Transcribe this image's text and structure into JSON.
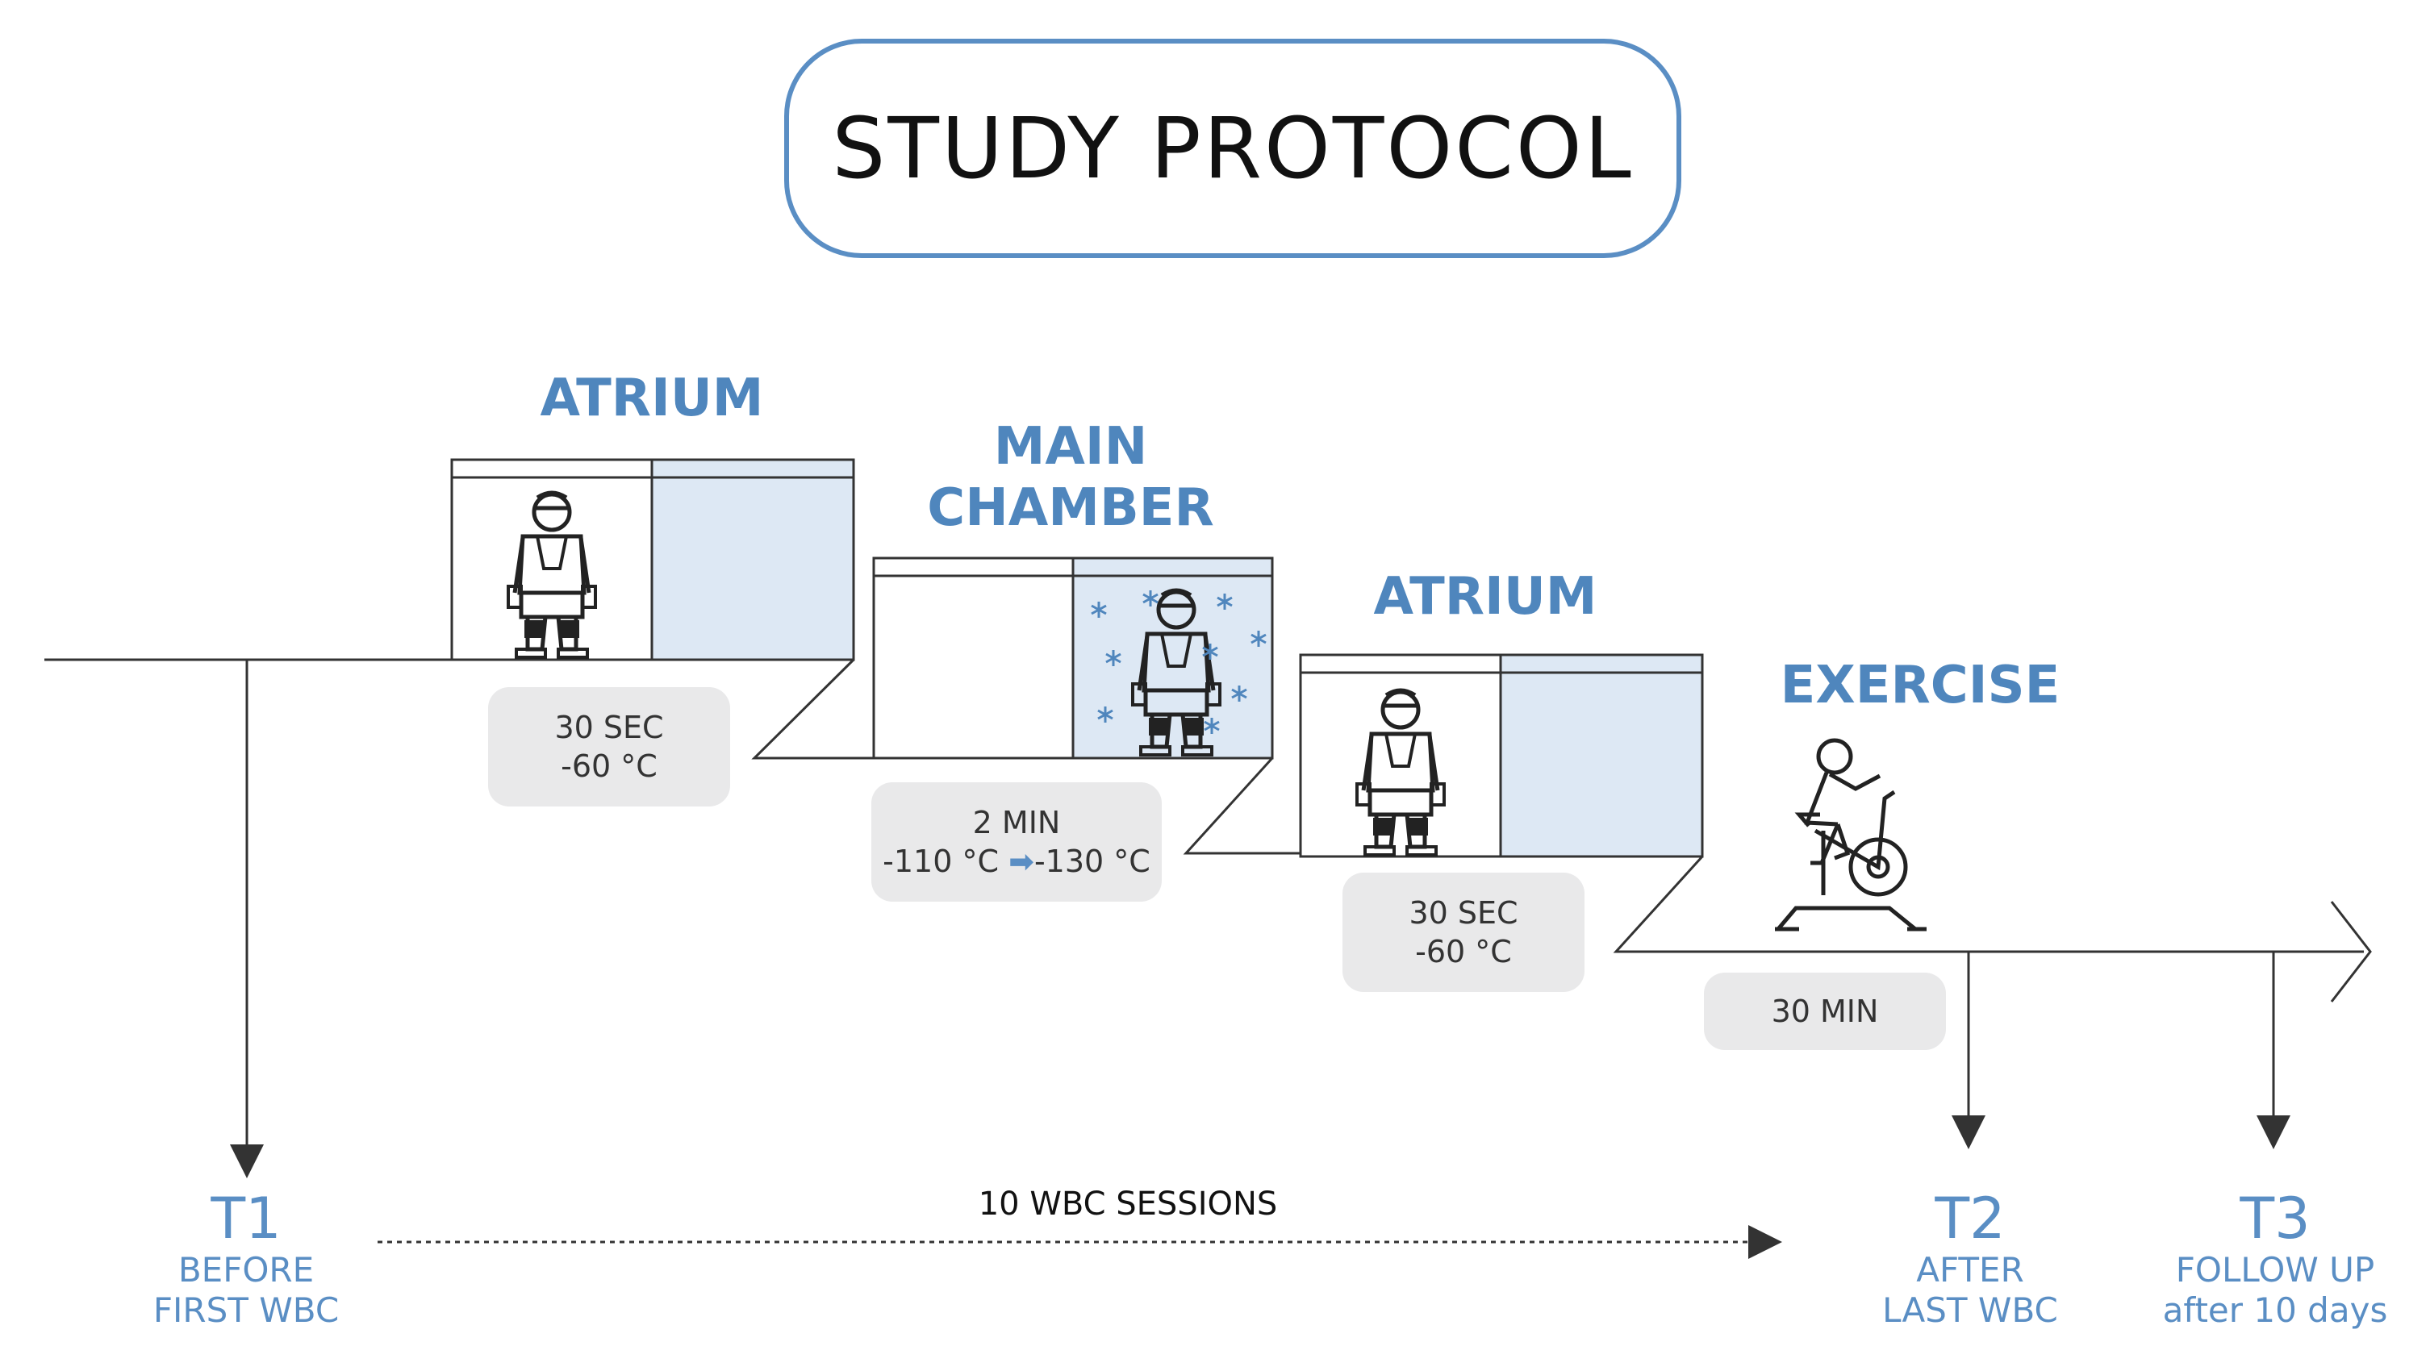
{
  "title": "STUDY PROTOCOL",
  "stages": [
    {
      "name": "ATRIUM",
      "line1": "30 SEC",
      "line2": "-60 °C"
    },
    {
      "name_line1": "MAIN",
      "name_line2": "CHAMBER",
      "line1": "2 MIN",
      "line2_from": "-110 °C",
      "line2_to": "-130 °C"
    },
    {
      "name": "ATRIUM",
      "line1": "30 SEC",
      "line2": "-60 °C"
    },
    {
      "name": "EXERCISE",
      "line1": "30 MIN"
    }
  ],
  "sessions_label": "10 WBC SESSIONS",
  "timepoints": [
    {
      "id": "T1",
      "line1": "BEFORE",
      "line2": "FIRST WBC"
    },
    {
      "id": "T2",
      "line1": "AFTER",
      "line2": "LAST WBC"
    },
    {
      "id": "T3",
      "line1": "FOLLOW UP",
      "line2": "after 10 days"
    }
  ],
  "colors": {
    "accent": "#4f86bd",
    "room_tint": "#dde8f4",
    "info_bg": "#e9e9ea",
    "line": "#333333"
  },
  "icons": [
    "person-icon",
    "snowflake-icon",
    "cyclist-icon",
    "arrow-right-icon"
  ]
}
